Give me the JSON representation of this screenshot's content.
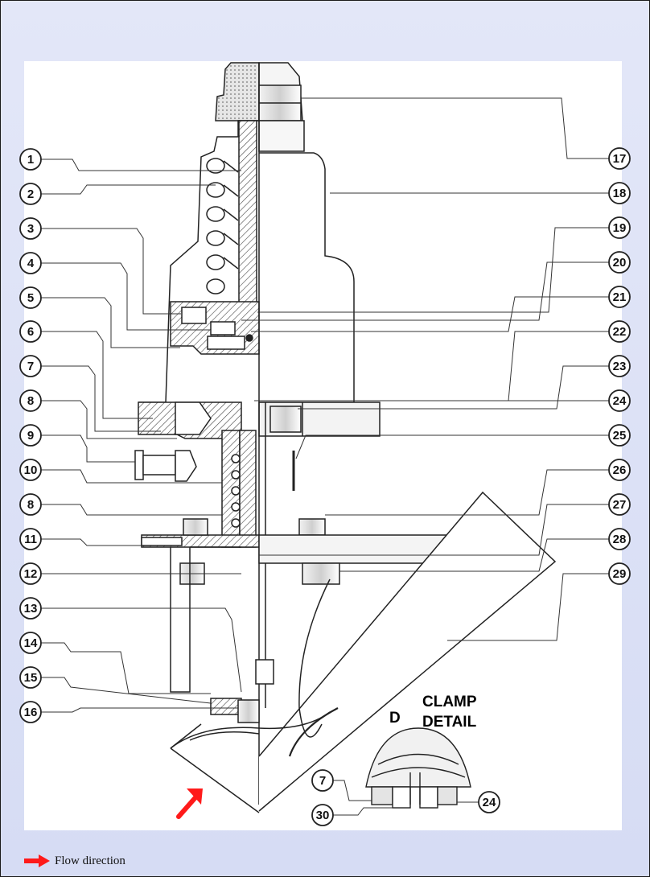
{
  "callouts_left": [
    "1",
    "2",
    "3",
    "4",
    "5",
    "6",
    "7",
    "8",
    "9",
    "10",
    "8",
    "11",
    "12",
    "13",
    "14",
    "15",
    "16"
  ],
  "callouts_right": [
    "17",
    "18",
    "19",
    "20",
    "21",
    "22",
    "23",
    "24",
    "25",
    "26",
    "27",
    "28",
    "29"
  ],
  "detail": {
    "title_line1": "CLAMP",
    "title_line2": "DETAIL",
    "fragment": "D",
    "callouts": [
      "7",
      "30",
      "24"
    ]
  },
  "legend": {
    "label": "Flow direction",
    "arrow_icon": "right-arrow-icon",
    "arrow_color": "#ff1a1a"
  },
  "colors": {
    "background": "#dde2f6",
    "line": "#222222",
    "hatch": "#555555"
  }
}
